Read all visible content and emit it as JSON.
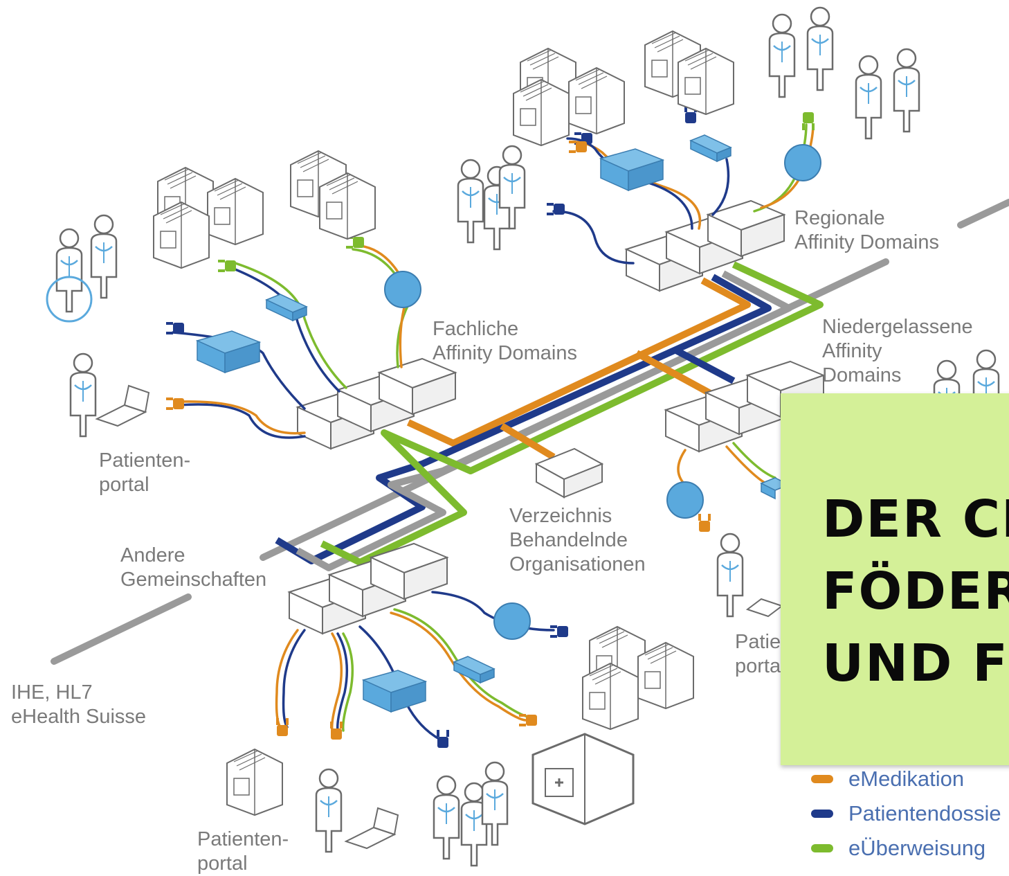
{
  "labels": {
    "regionale": "Regionale\nAffinity Domains",
    "fachliche": "Fachliche\nAffinity Domains",
    "niedergelassene": "Niedergelassene\nAffinity\nDomains",
    "patientenportal_left": "Patienten-\nportal",
    "verzeichnis": "Verzeichnis\nBehandelnde\nOrganisationen",
    "andere": "Andere\nGemeinschaften",
    "ihe": "IHE, HL7\neHealth Suisse",
    "patientenportal_bottom": "Patienten-\nportal",
    "patientenportal_right_partial": "Patie\nporta"
  },
  "overlay": {
    "title_lines": "DER CI\nFÖDER\nUND F"
  },
  "legend": [
    {
      "label": "eMedikation",
      "color": "#e08a1e"
    },
    {
      "label": "Patientendossie",
      "color": "#1f3a8a"
    },
    {
      "label": "eÜberweisung",
      "color": "#7dbb2e"
    }
  ],
  "colors": {
    "orange": "#e08a1e",
    "navy": "#1f3a8a",
    "green": "#7dbb2e",
    "gray": "#9a9a9a",
    "device_blue": "#5aa9dd",
    "outline": "#6b6b6b"
  }
}
